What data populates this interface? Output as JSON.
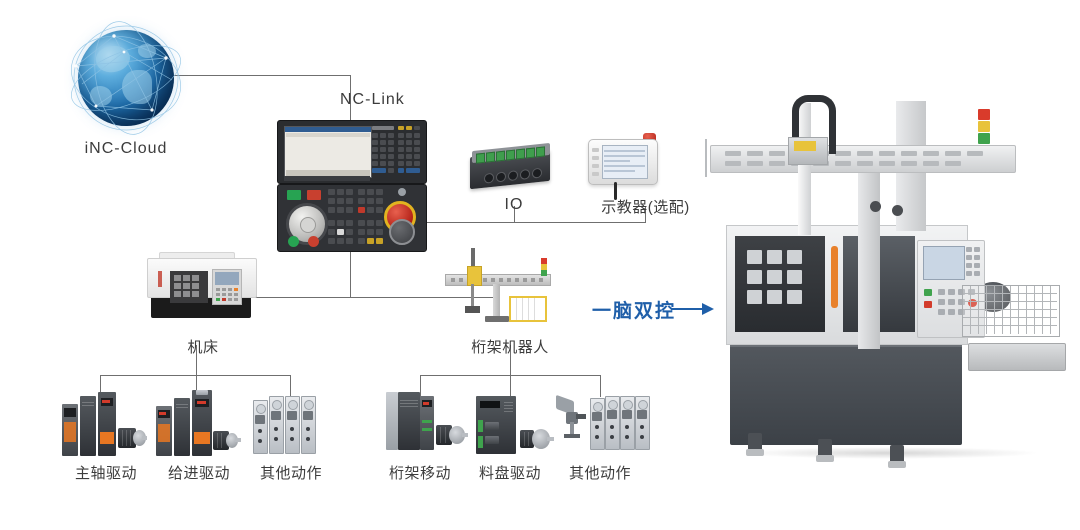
{
  "diagram": {
    "title_nodes": {
      "cloud": "iNC-Cloud",
      "nc_link": "NC-Link",
      "io": "IO",
      "teach_pendant": "示教器(选配)",
      "machine_tool": "机床",
      "gantry_robot": "桁架机器人"
    },
    "drives_left": [
      {
        "label": "主轴驱动"
      },
      {
        "label": "给进驱动"
      },
      {
        "label": "其他动作"
      }
    ],
    "drives_right": [
      {
        "label": "桁架移动"
      },
      {
        "label": "料盘驱动"
      },
      {
        "label": "其他动作"
      }
    ],
    "callout": {
      "text": "一脑双控",
      "arrow": "→"
    },
    "colors": {
      "accent_blue": "#1f5fa9",
      "wire": "#6f6f6f",
      "label_text": "#3c3c3c",
      "estop_red": "#b32218",
      "warn_yellow": "#e8c33b",
      "handle_orange": "#e8812b",
      "tower_red": "#d93b2b",
      "tower_yellow": "#e8c33b",
      "tower_green": "#3fa34d",
      "machine_base": "#3c4147",
      "background": "#ffffff"
    },
    "icons": {
      "globe": "globe-network-icon",
      "controller": "cnc-controller-icon",
      "io_module": "io-module-icon",
      "pendant": "teach-pendant-icon",
      "lathe": "cnc-lathe-icon",
      "gantry": "gantry-robot-icon",
      "servo_drive": "servo-drive-icon",
      "servo_motor": "servo-motor-icon",
      "contactor": "contactor-bank-icon",
      "signal_tower": "signal-tower-icon",
      "arrow": "right-arrow-icon"
    }
  }
}
